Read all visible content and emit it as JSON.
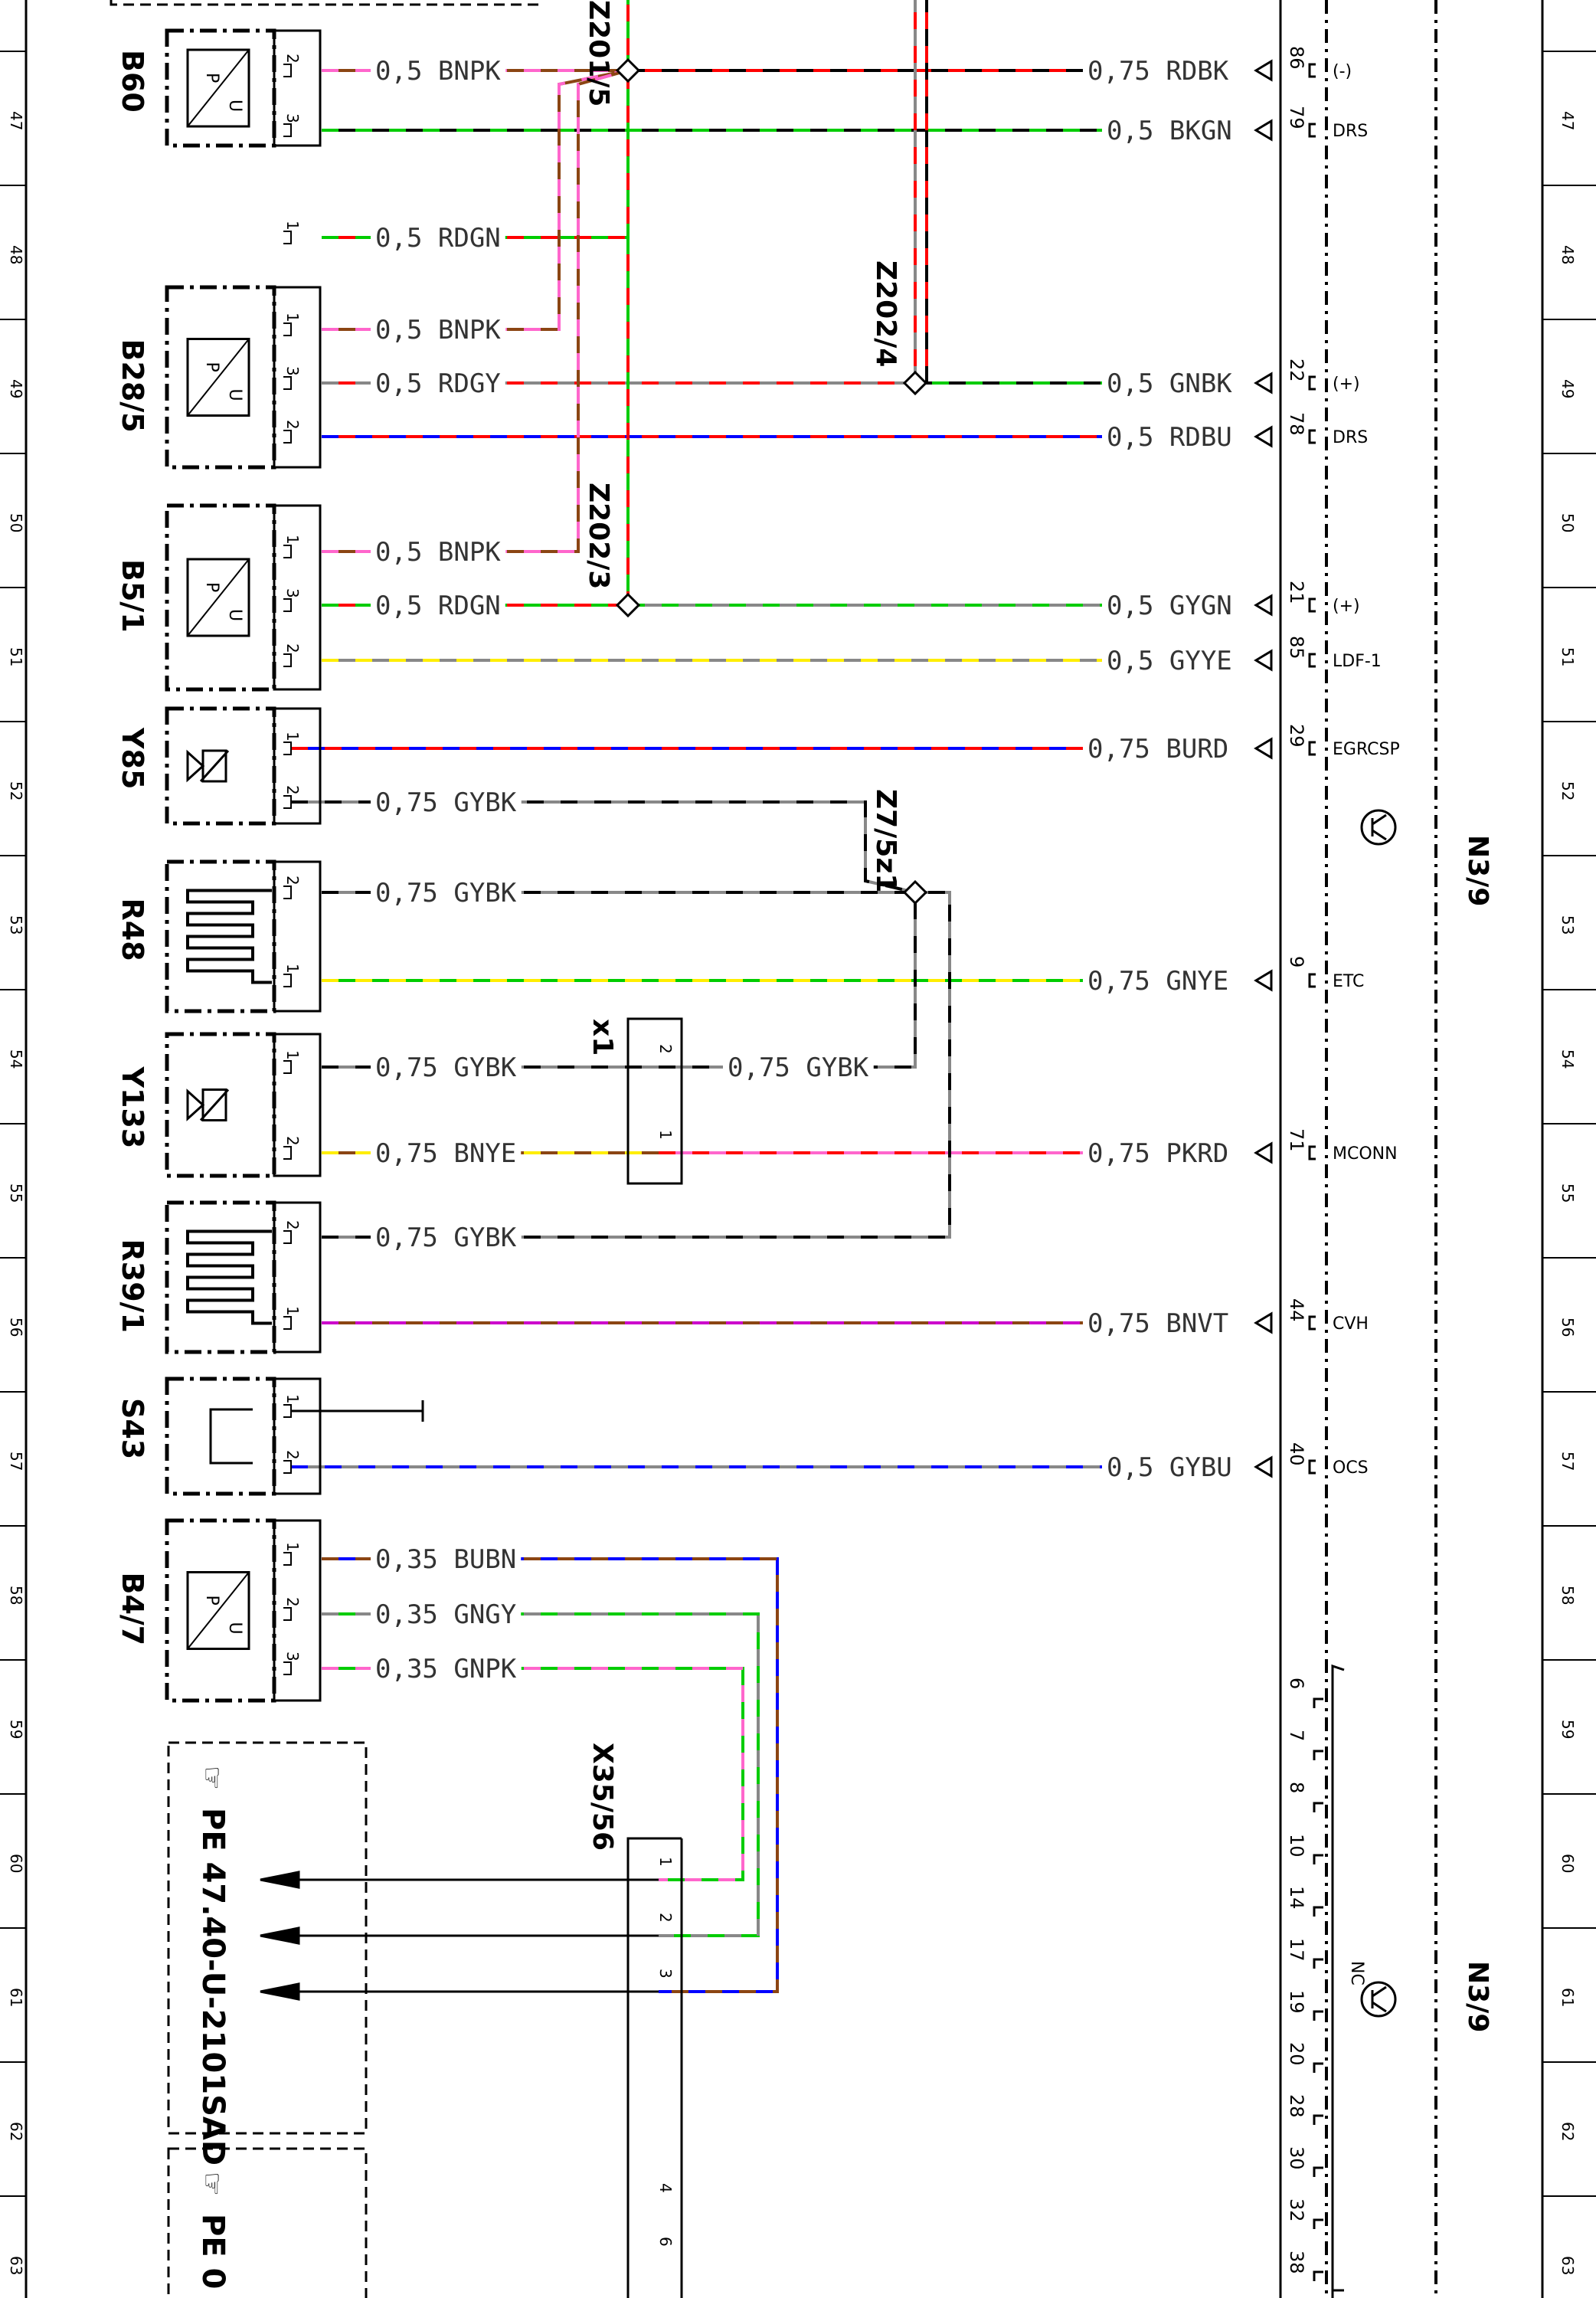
{
  "diagram_type": "automotive wiring diagram",
  "row_numbers": [
    "47",
    "48",
    "49",
    "50",
    "51",
    "52",
    "53",
    "54",
    "55",
    "56",
    "57",
    "58",
    "59",
    "60",
    "61",
    "62",
    "63"
  ],
  "components": [
    {
      "id": "B60",
      "symbol": "pressure-sensor"
    },
    {
      "id": "B28/5",
      "symbol": "pressure-sensor"
    },
    {
      "id": "B5/1",
      "symbol": "pressure-sensor"
    },
    {
      "id": "Y85",
      "symbol": "solenoid-valve"
    },
    {
      "id": "R48",
      "symbol": "heater"
    },
    {
      "id": "Y133",
      "symbol": "solenoid-valve"
    },
    {
      "id": "R39/1",
      "symbol": "heater"
    },
    {
      "id": "S43",
      "symbol": "switch"
    },
    {
      "id": "B4/7",
      "symbol": "pressure-sensor"
    }
  ],
  "splices": [
    "Z201/5",
    "Z202/4",
    "Z202/3",
    "Z7/5z1"
  ],
  "connectors": [
    "x1",
    "X35/56"
  ],
  "control_unit": "N3/9",
  "wires": [
    {
      "from": "B60",
      "label": "0,5 BNPK",
      "colors": [
        "#8b4513",
        "#ff66cc"
      ]
    },
    {
      "label": "0,75 RDBK",
      "colors": [
        "#ff0000",
        "#000000"
      ],
      "pin": "86",
      "signal": "(-)"
    },
    {
      "from": "B60",
      "label": "0,5 BKGN",
      "colors": [
        "#000000",
        "#00cc00"
      ],
      "pin": "79",
      "signal": "DRS"
    },
    {
      "from": "B60",
      "label": "0,5 RDGN",
      "colors": [
        "#ff0000",
        "#00cc00"
      ]
    },
    {
      "from": "B28/5",
      "label": "0,5 BNPK",
      "colors": [
        "#8b4513",
        "#ff66cc"
      ]
    },
    {
      "from": "B28/5",
      "label": "0,5 RDGY",
      "colors": [
        "#ff0000",
        "#888888"
      ]
    },
    {
      "label": "0,5 GNBK",
      "colors": [
        "#00cc00",
        "#000000"
      ],
      "pin": "22",
      "signal": "(+)"
    },
    {
      "from": "B28/5",
      "label": "0,5 RDBU",
      "colors": [
        "#ff0000",
        "#0000ff"
      ],
      "pin": "78",
      "signal": "DRS"
    },
    {
      "from": "B5/1",
      "label": "0,5 BNPK",
      "colors": [
        "#8b4513",
        "#ff66cc"
      ]
    },
    {
      "from": "B5/1",
      "label": "0,5 RDGN",
      "colors": [
        "#ff0000",
        "#00cc00"
      ]
    },
    {
      "label": "0,5 GYGN",
      "colors": [
        "#888888",
        "#00cc00"
      ],
      "pin": "21",
      "signal": "(+)"
    },
    {
      "from": "B5/1",
      "label": "0,5 GYYE",
      "colors": [
        "#888888",
        "#ffee00"
      ],
      "pin": "85",
      "signal": "LDF-1"
    },
    {
      "from": "Y85",
      "label": "0,75 BURD",
      "colors": [
        "#0000ff",
        "#ff0000"
      ],
      "pin": "29",
      "signal": "EGRCSP"
    },
    {
      "from": "Y85",
      "label": "0,75 GYBK",
      "colors": [
        "#888888",
        "#000000"
      ]
    },
    {
      "from": "R48",
      "label": "0,75 GYBK",
      "colors": [
        "#888888",
        "#000000"
      ]
    },
    {
      "from": "R48",
      "label": "0,75 GNYE",
      "colors": [
        "#00cc00",
        "#ffee00"
      ],
      "pin": "9",
      "signal": "ETC"
    },
    {
      "from": "Y133",
      "label": "0,75 GYBK",
      "colors": [
        "#888888",
        "#000000"
      ]
    },
    {
      "label": "0,75 GYBK",
      "colors": [
        "#888888",
        "#000000"
      ]
    },
    {
      "from": "Y133",
      "label": "0,75 BNYE",
      "colors": [
        "#8b4513",
        "#ffee00"
      ]
    },
    {
      "label": "0,75 PKRD",
      "colors": [
        "#ff66cc",
        "#ff0000"
      ],
      "pin": "71",
      "signal": "MCONN"
    },
    {
      "from": "R39/1",
      "label": "0,75 GYBK",
      "colors": [
        "#888888",
        "#000000"
      ]
    },
    {
      "from": "R39/1",
      "label": "0,75 BNVT",
      "colors": [
        "#8b4513",
        "#cc00cc"
      ],
      "pin": "44",
      "signal": "CVH"
    },
    {
      "from": "S43",
      "label": "0,5 GYBU",
      "colors": [
        "#888888",
        "#0000ff"
      ],
      "pin": "40",
      "signal": "OCS"
    },
    {
      "from": "B4/7",
      "label": "0,35 BUBN",
      "colors": [
        "#0000ff",
        "#8b4513"
      ]
    },
    {
      "from": "B4/7",
      "label": "0,35 GNGY",
      "colors": [
        "#00cc00",
        "#888888"
      ]
    },
    {
      "from": "B4/7",
      "label": "0,35 GNPK",
      "colors": [
        "#00cc00",
        "#ff66cc"
      ]
    }
  ],
  "unused_pins": [
    "6",
    "7",
    "8",
    "10",
    "14",
    "17",
    "19",
    "20",
    "28",
    "30",
    "32",
    "38"
  ],
  "nc_label": "NC",
  "references": [
    {
      "icon": "hand-pointer-icon",
      "text": "PE 47.40-U-2101SAD"
    },
    {
      "icon": "hand-pointer-icon",
      "text": "PE 0"
    }
  ],
  "x1_pins": [
    "2",
    "1"
  ],
  "x35_pins": [
    "1",
    "2",
    "3",
    "4",
    "6"
  ],
  "pin_numbers": {
    "B60": [
      "2",
      "3",
      "1"
    ],
    "B28/5": [
      "1",
      "3",
      "2"
    ],
    "B5/1": [
      "1",
      "3",
      "2"
    ],
    "Y85": [
      "1",
      "2"
    ],
    "R48": [
      "2",
      "1"
    ],
    "Y133": [
      "1",
      "2"
    ],
    "R39/1": [
      "2",
      "1"
    ],
    "S43": [
      "1",
      "2"
    ],
    "B4/7": [
      "1",
      "2",
      "3"
    ]
  }
}
